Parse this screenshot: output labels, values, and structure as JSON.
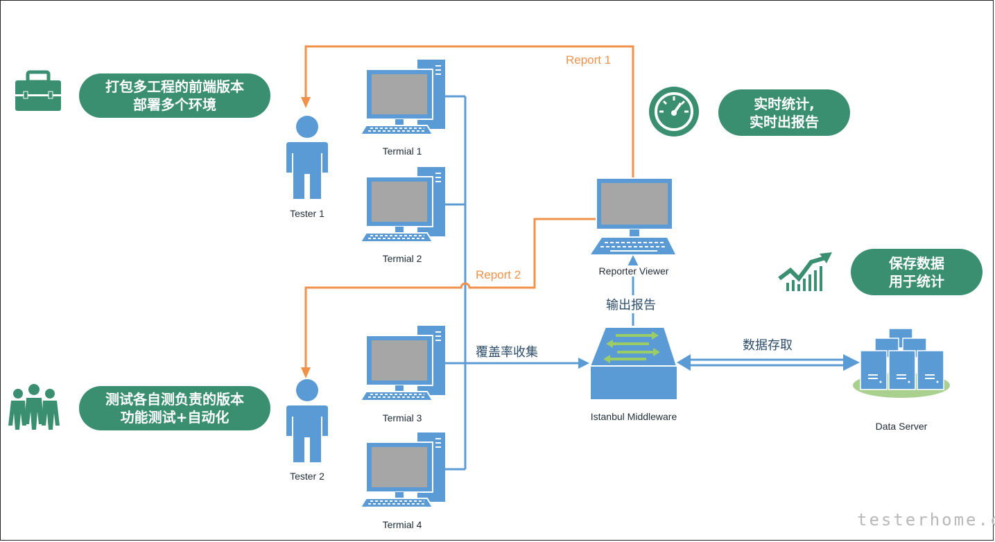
{
  "callouts": {
    "packaging": {
      "line1": "打包多工程的前端版本",
      "line2": "部署多个环境"
    },
    "testing": {
      "line1": "测试各自测负责的版本",
      "line2": "功能测试+自动化"
    },
    "realtime": {
      "line1": "实时统计,",
      "line2": "实时出报告"
    },
    "storage": {
      "line1": "保存数据",
      "line2": "用于统计"
    }
  },
  "nodes": {
    "tester1": "Tester 1",
    "tester2": "Tester 2",
    "terminal1": "Termial 1",
    "terminal2": "Termial 2",
    "terminal3": "Termial 3",
    "terminal4": "Termial 4",
    "reporter_viewer": "Reporter Viewer",
    "middleware": "Istanbul Middleware",
    "data_server": "Data Server"
  },
  "edges": {
    "report1": "Report 1",
    "report2": "Report 2",
    "coverage": "覆盖率收集",
    "output_report": "输出报告",
    "data_access": "数据存取"
  },
  "icons": [
    "briefcase-icon",
    "team-icon",
    "speedometer-icon",
    "growth-chart-icon",
    "tester-icon",
    "computer-icon",
    "network-switch-icon",
    "server-cluster-icon"
  ],
  "colors": {
    "accent_green": "#3a8f70",
    "flow_blue": "#5b9bd5",
    "report_orange": "#f0914a"
  },
  "watermark": "testerhome.com"
}
